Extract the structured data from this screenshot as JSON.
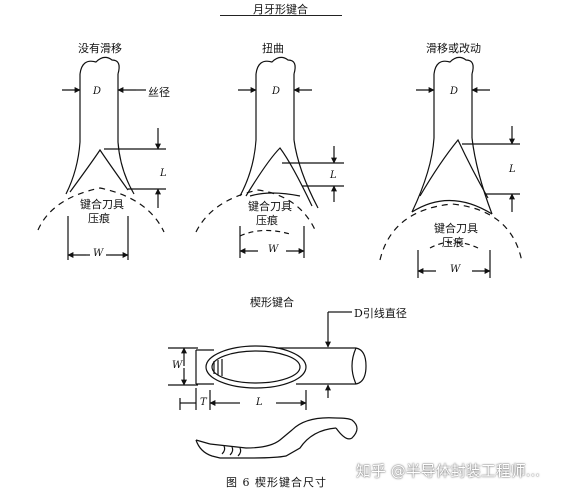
{
  "header": {
    "title": "月牙形键合"
  },
  "panels": [
    {
      "title": "没有滑移",
      "diameter_label": "D",
      "wire_label": "丝径",
      "length_label": "L",
      "mark_label_line1": "键合刀具",
      "mark_label_line2": "压痕",
      "width_label": "W"
    },
    {
      "title": "扭曲",
      "diameter_label": "D",
      "length_label": "L",
      "mark_label_line1": "键合刀具",
      "mark_label_line2": "压痕",
      "width_label": "W"
    },
    {
      "title": "滑移或改动",
      "diameter_label": "D",
      "length_label": "L",
      "mark_label_line1": "键合刀具",
      "mark_label_line2": "压痕",
      "width_label": "W"
    }
  ],
  "wedge": {
    "title": "楔形键合",
    "wire_label": "D引线直径",
    "width_label": "W",
    "tail_label": "T",
    "length_label": "L"
  },
  "caption": "图 6  楔形键合尺寸",
  "watermark": "知乎 @半导体封装工程师..."
}
